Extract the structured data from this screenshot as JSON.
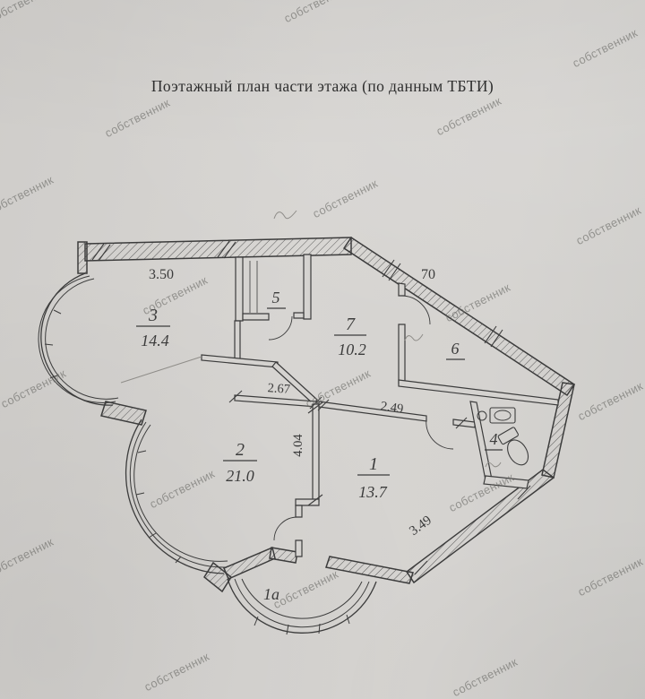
{
  "page": {
    "title": "Поэтажный план части этажа (по данным ТБТИ)"
  },
  "watermark": {
    "text": "собственник"
  },
  "colors": {
    "paper_bg": "#d5d3d0",
    "line_ink": "#3c3c3c",
    "watermark_gray": "#686864"
  },
  "plan": {
    "rooms": {
      "r1": {
        "number": "1",
        "area": "13.7"
      },
      "r1a": {
        "number": "1а"
      },
      "r2": {
        "number": "2",
        "area": "21.0"
      },
      "r3": {
        "number": "3",
        "area": "14.4"
      },
      "r4": {
        "number": "4"
      },
      "r5": {
        "number": "5"
      },
      "r6": {
        "number": "6"
      },
      "r7": {
        "number": "7",
        "area": "10.2"
      }
    },
    "dimensions": {
      "top_wall": "3.50",
      "ne_wall": "70",
      "hall_wall": "2.67",
      "room1_top": "2.49",
      "room2_wall": "4.04",
      "se_wall": "3.49"
    }
  }
}
